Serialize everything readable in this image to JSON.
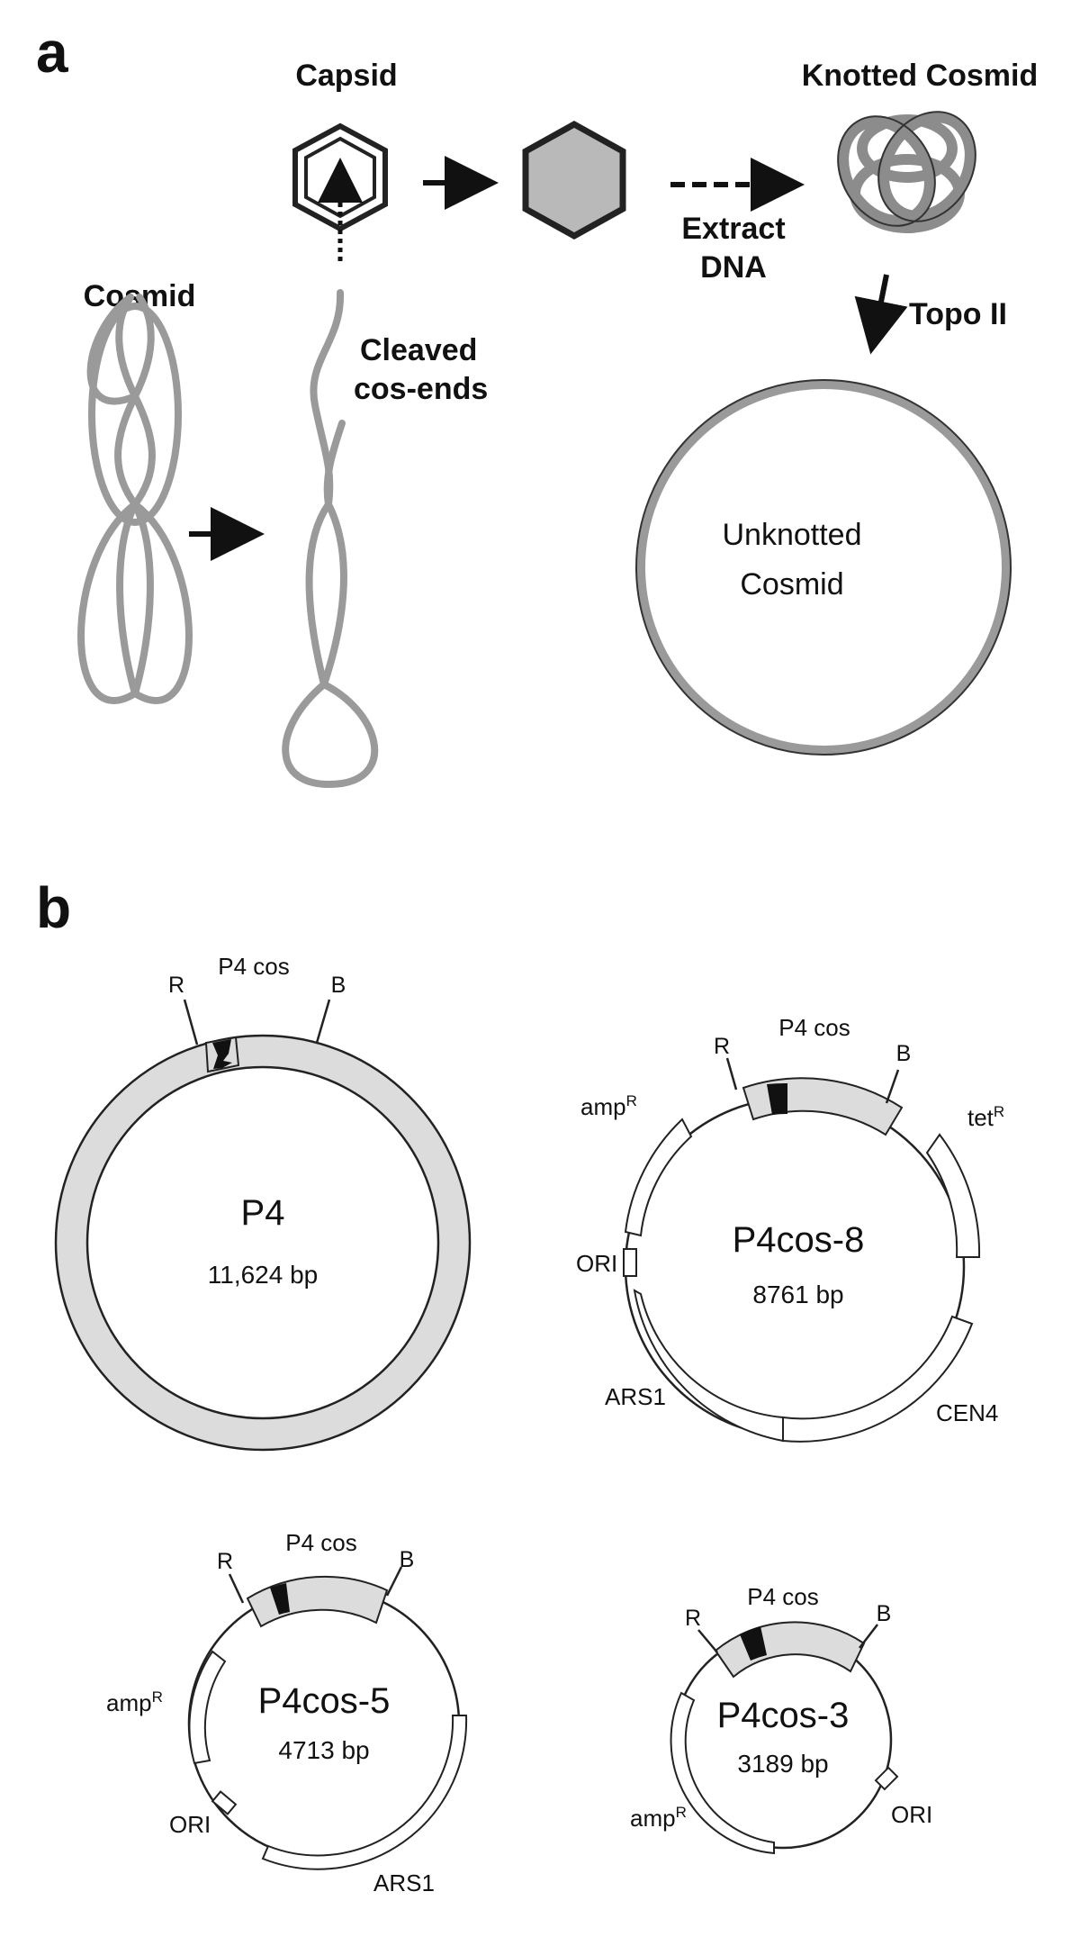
{
  "panel_a": {
    "letter": "a",
    "capsid": "Capsid",
    "knotted": "Knotted Cosmid",
    "cosmid": "Cosmid",
    "cleaved_1": "Cleaved",
    "cleaved_2": "cos-ends",
    "extract_1": "Extract",
    "extract_2": "DNA",
    "topo": "Topo II",
    "unknotted_1": "Unknotted",
    "unknotted_2": "Cosmid"
  },
  "panel_b": {
    "letter": "b",
    "plasmids": [
      {
        "name": "P4",
        "size": "11,624 bp",
        "cos": "P4 cos",
        "site_r": "R",
        "site_b": "B",
        "features": []
      },
      {
        "name": "P4cos-8",
        "size": "8761 bp",
        "cos": "P4 cos",
        "site_r": "R",
        "site_b": "B",
        "features": [
          "amp",
          "R",
          "tet",
          "R",
          "ORI",
          "ARS1",
          "CEN4"
        ]
      },
      {
        "name": "P4cos-5",
        "size": "4713 bp",
        "cos": "P4 cos",
        "site_r": "R",
        "site_b": "B",
        "features": [
          "amp",
          "R",
          "ORI",
          "ARS1"
        ]
      },
      {
        "name": "P4cos-3",
        "size": "3189 bp",
        "cos": "P4 cos",
        "site_r": "R",
        "site_b": "B",
        "features": [
          "amp",
          "R",
          "ORI"
        ]
      }
    ]
  },
  "colors": {
    "ring_fill": "#dcdcdc",
    "dna": "#9a9a9a",
    "ink": "#111111",
    "capsid_fill": "#b9b9b9"
  }
}
